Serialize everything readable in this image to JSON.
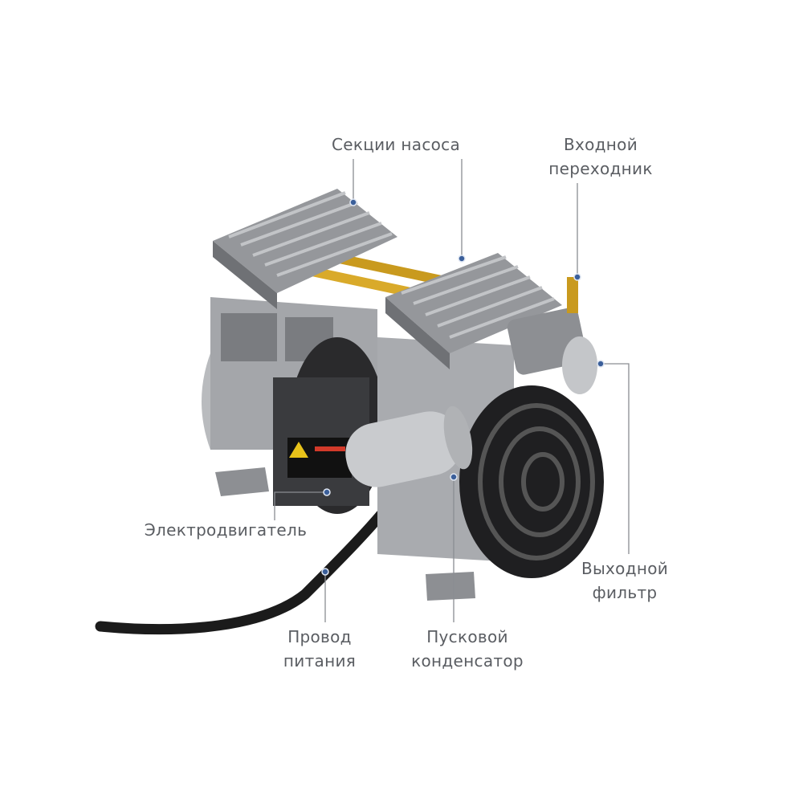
{
  "labels": {
    "pump_sections": "Секции насоса",
    "inlet_adapter": [
      "Входной",
      "переходник"
    ],
    "outlet_filter": [
      "Выходной",
      "фильтр"
    ],
    "motor": "Электродвигатель",
    "power_cord": [
      "Провод",
      "питания"
    ],
    "start_capacitor": [
      "Пусковой",
      "конденсатор"
    ]
  },
  "colors": {
    "leader_line": "#8a8d92",
    "dot": "#3b5f9a",
    "label": "#5a5d62"
  }
}
